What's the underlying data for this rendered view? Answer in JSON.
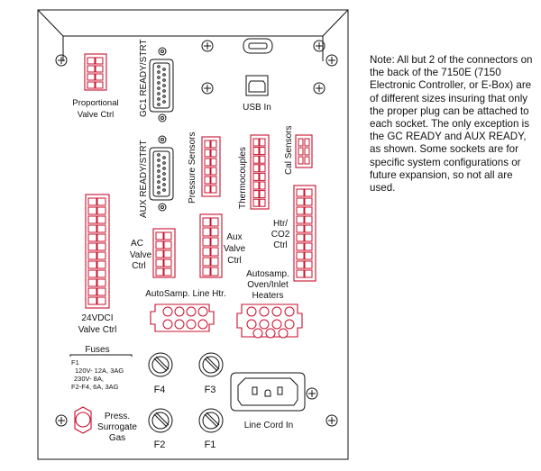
{
  "panel": {
    "labels": {
      "proportional": [
        "Proportional",
        "Valve Ctrl"
      ],
      "gc1_ready": "GC1 READY/STRT",
      "aux_ready": "AUX READY/STRT",
      "usb": "USB In",
      "pressure": "Pressure Sensors",
      "thermo": "Thermocouples",
      "cal": "Cal Sensors",
      "htr": [
        "Htr/",
        "CO2",
        "Ctrl"
      ],
      "ac_valve": [
        "AC",
        "Valve",
        "Ctrl"
      ],
      "aux_valve": [
        "Aux",
        "Valve",
        "Ctrl"
      ],
      "autosamp_line": "AutoSamp. Line Htr.",
      "autosamp_oven": [
        "Autosamp.",
        "Oven/Inlet",
        "Heaters"
      ],
      "vdc": [
        "24VDCI",
        "Valve Ctrl"
      ],
      "fuses_title": "Fuses",
      "fuse_spec": [
        "F1",
        "120V- 12A, 3AG",
        "230V- 8A,",
        "F2-F4, 6A, 3AG"
      ],
      "f4": "F4",
      "f3": "F3",
      "f2": "F2",
      "f1": "F1",
      "press": [
        "Press.",
        "Surrogate",
        "Gas"
      ],
      "line_cord": "Line Cord In"
    }
  },
  "note": "Note:  All but 2 of the connectors on the back of the 7150E (7150 Electronic Controller, or E-Box) are of different sizes insuring that only the proper plug can be attached to each socket. The only exception is the GC READY and AUX READY, as shown.  Some sockets are for specific system configurations or future expansion, so not all are used."
}
